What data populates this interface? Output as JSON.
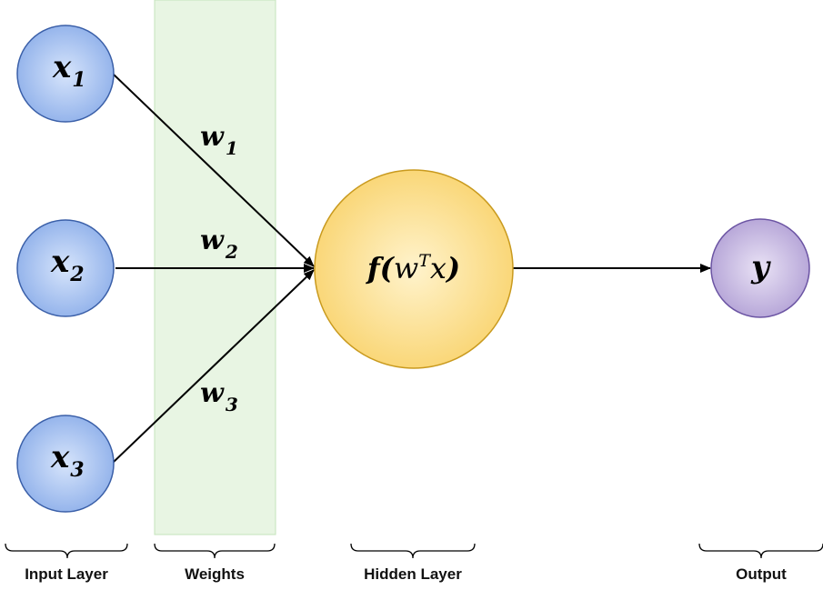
{
  "nodes": {
    "x1": {
      "sym": "x",
      "sub": "1"
    },
    "x2": {
      "sym": "x",
      "sub": "2"
    },
    "x3": {
      "sym": "x",
      "sub": "3"
    },
    "hidden": {
      "f": "f",
      "open": "(",
      "w": "w",
      "sup": "T",
      "x": "x",
      "close": ")"
    },
    "output": {
      "sym": "y"
    }
  },
  "weights": [
    {
      "sym": "w",
      "sub": "1"
    },
    {
      "sym": "w",
      "sub": "2"
    },
    {
      "sym": "w",
      "sub": "3"
    }
  ],
  "labels": {
    "input": "Input Layer",
    "weights": "Weights",
    "hidden": "Hidden Layer",
    "output": "Output"
  },
  "colors": {
    "input_node": "#8fb0ea",
    "hidden_node": "#f9d470",
    "output_node": "#b3a2d6",
    "weights_band": "#e8f5e3"
  }
}
